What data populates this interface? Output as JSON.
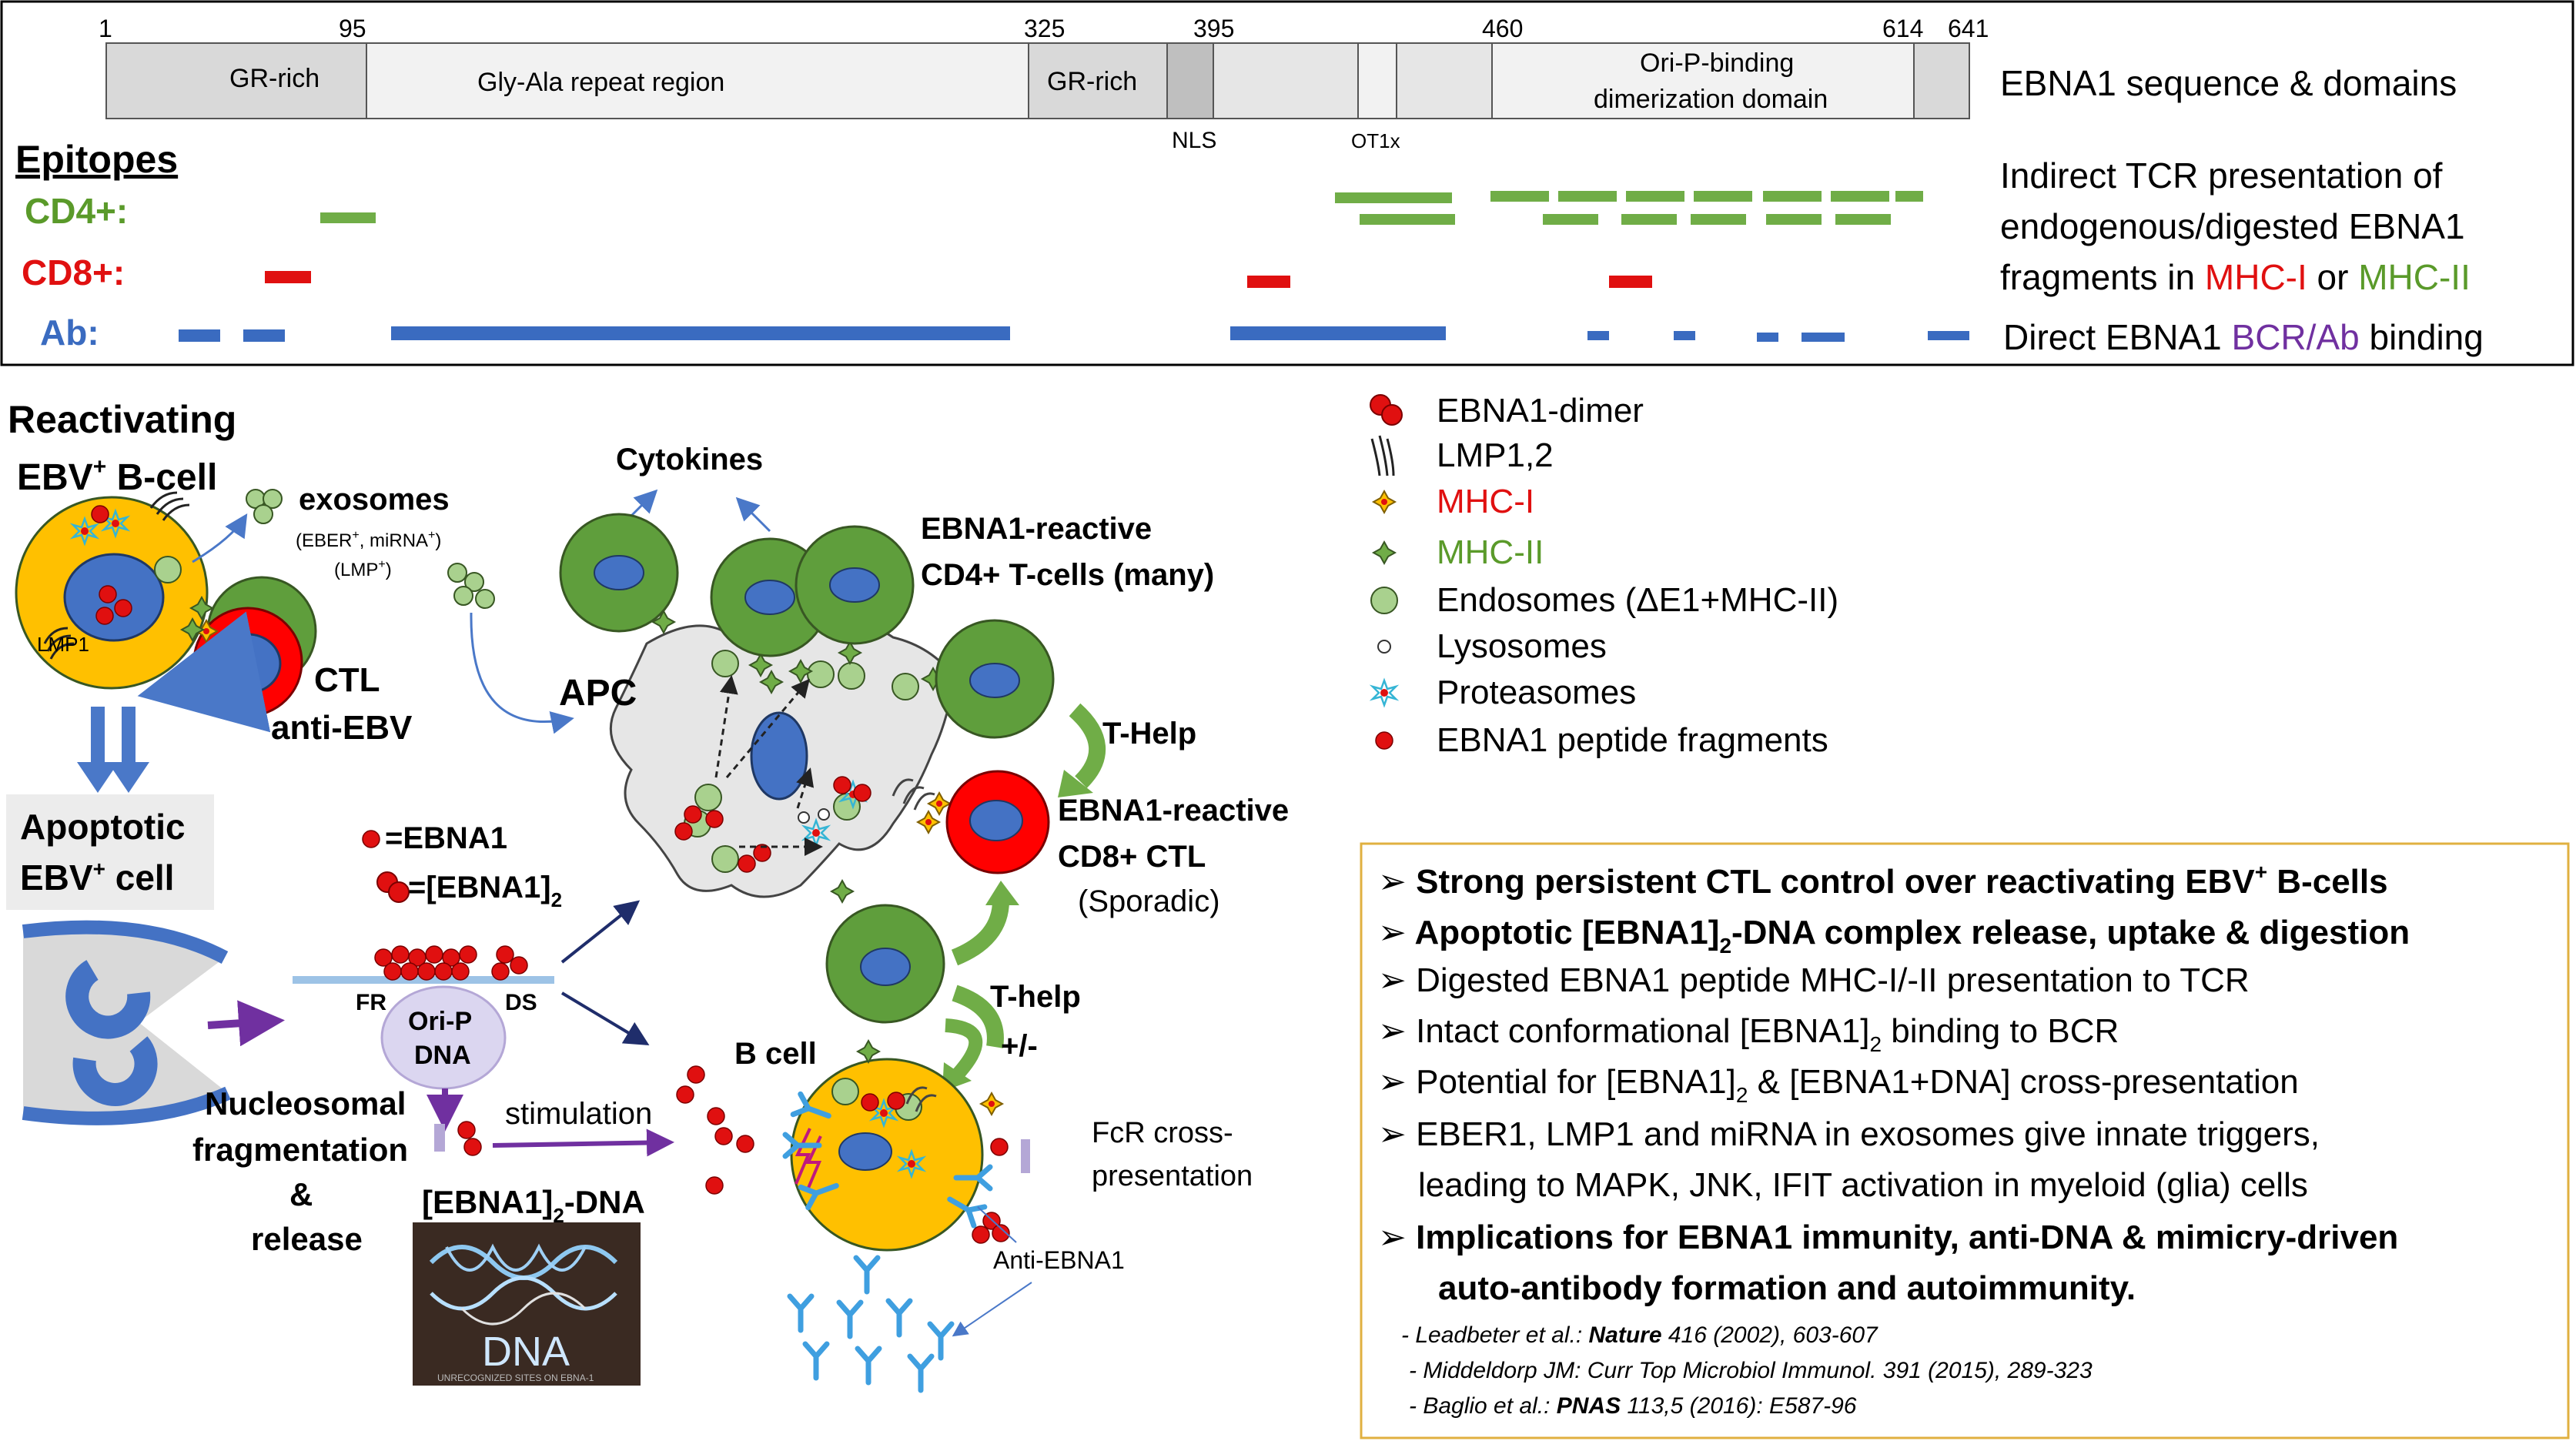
{
  "sequence": {
    "positions": [
      "1",
      "95",
      "325",
      "395",
      "460",
      "614",
      "641"
    ],
    "domains": {
      "gr_rich_1": "GR-rich",
      "gly_ala": "Gly-Ala repeat region",
      "gr_rich_2": "GR-rich",
      "orip_line1": "Ori-P-binding",
      "orip_line2": "dimerization domain"
    },
    "nls": "NLS",
    "ot1x": "OT1x",
    "title": "EBNA1 sequence & domains"
  },
  "epitopes": {
    "header": "Epitopes",
    "cd4": "CD4+:",
    "cd8": "CD8+:",
    "ab": "Ab:",
    "desc_line1": "Indirect TCR presentation of",
    "desc_line2": "endogenous/digested EBNA1",
    "desc_line3_pre": "fragments in ",
    "desc_mhc1": "MHC-I",
    "desc_or": " or ",
    "desc_mhc2": "MHC-II",
    "direct_pre": "Direct EBNA1 ",
    "direct_bcr": "BCR/Ab",
    "direct_post": " binding"
  },
  "left": {
    "title_1": "Reactivating",
    "title_2": "EBV",
    "title_2_sup": "+",
    "title_2_post": " B-cell",
    "exosomes": "exosomes",
    "exo_sub1": "(EBER",
    "exo_sub1b": "+",
    "exo_sub1c": ", miRNA",
    "exo_sub1d": "+",
    "exo_sub1e": ")",
    "exo_sub2": "(LMP",
    "exo_sub2b": "+",
    "exo_sub2c": ")",
    "lmp1": "LMP1",
    "ctl": "CTL",
    "anti_ebv": "anti-EBV",
    "apoptotic_1": "Apoptotic",
    "apoptotic_2": "EBV",
    "apoptotic_2_sup": "+",
    "apoptotic_2_post": " cell",
    "nucleosomal": "Nucleosomal",
    "fragmentation": "fragmentation",
    "amp": "&",
    "release": "release",
    "ebna1_key": "=EBNA1",
    "ebna1_dimer_key": "=[EBNA1]",
    "sub2": "2",
    "fr": "FR",
    "ds": "DS",
    "orip": "Ori-P",
    "dna": "DNA",
    "stimulation": "stimulation",
    "ebna1_dna_pre": "[EBNA1]",
    "ebna1_dna_post": "-DNA",
    "dna_image_text": "DNA",
    "dna_image_small": "UNRECOGNIZED SITES ON EBNA-1"
  },
  "center": {
    "cytokines": "Cytokines",
    "cd4_1": "EBNA1-reactive",
    "cd4_2": "CD4+ T-cells (many)",
    "apc": "APC",
    "t_help": "T-Help",
    "cd8_1": "EBNA1-reactive",
    "cd8_2": "CD8+ CTL",
    "cd8_3": "(Sporadic)",
    "t_help2": "T-help",
    "plusminus": "+/-",
    "b_cell": "B cell",
    "fcr_1": "FcR cross-",
    "fcr_2": "presentation",
    "anti_ebna1": "Anti-EBNA1"
  },
  "legend": {
    "items": [
      "EBNA1-dimer",
      "LMP1,2",
      "MHC-I",
      "MHC-II",
      "Endosomes (ΔE1+MHC-II)",
      "Lysosomes",
      "Proteasomes",
      "EBNA1 peptide fragments"
    ]
  },
  "summary": {
    "b1": "Strong persistent CTL control over reactivating EBV",
    "b1_sup": "+",
    "b1_post": " B-cells",
    "b2_pre": "Apoptotic [EBNA1]",
    "b2_sub": "2",
    "b2_post": "-DNA complex release, uptake & digestion",
    "b3": "Digested EBNA1 peptide MHC-I/-II presentation to TCR",
    "b4_pre": "Intact conformational [EBNA1]",
    "b4_sub": "2",
    "b4_post": " binding to BCR",
    "b5_pre": "Potential for [EBNA1]",
    "b5_sub": "2",
    "b5_post": " & [EBNA1+DNA] cross-presentation",
    "b6_1": "EBER1, LMP1 and miRNA in exosomes give innate triggers,",
    "b6_2": "leading to MAPK, JNK, IFIT activation in myeloid (glia) cells",
    "b7_1": "Implications for EBNA1 immunity, anti-DNA & mimicry-driven",
    "b7_2": "auto-antibody  formation and autoimmunity.",
    "refs": [
      {
        "pre": "-  ",
        "author": "Leadbeter et al.: ",
        "journal": "Nature",
        "rest": " 416 (2002), 603-607"
      },
      {
        "pre": "-  ",
        "author": "Middeldorp JM: Curr Top Microbiol Immunol.",
        "journal": "",
        "rest": " 391 (2015), 289-323"
      },
      {
        "pre": "-  ",
        "author": "Baglio et al.: ",
        "journal": "PNAS",
        "rest": " 113,5 (2016): E587-96"
      }
    ]
  },
  "colors": {
    "green_text": "#5a9a2a",
    "red_text": "#e01010",
    "blue_text": "#3a6bc0",
    "purple_text": "#7030a0",
    "cell_green": "#5f9e3c",
    "cell_yellow": "#ffc000",
    "nucleus_blue": "#4472c4",
    "ctl_red": "#ff0000",
    "apc_gray": "#e6e6e6",
    "summary_border": "#e0b040"
  }
}
